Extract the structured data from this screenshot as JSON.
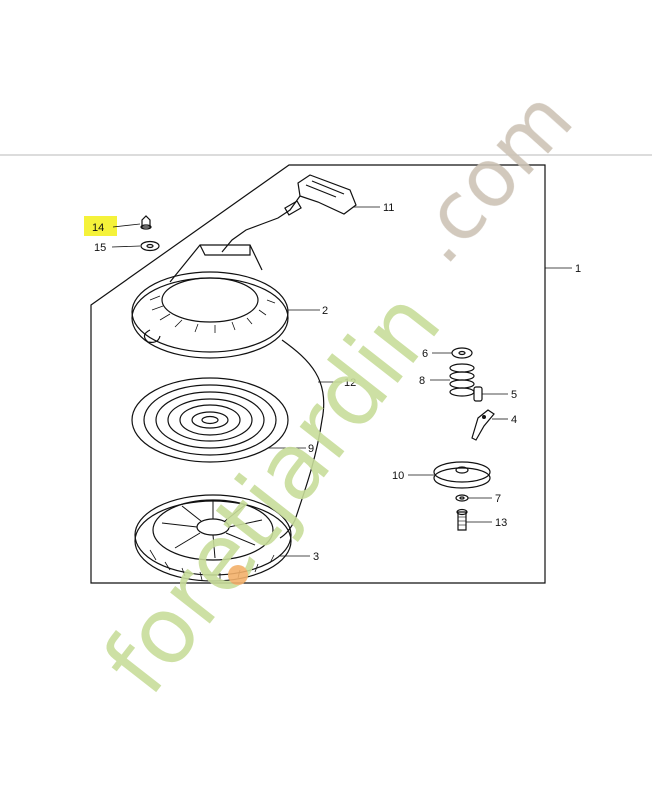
{
  "diagram": {
    "callouts": [
      {
        "id": "14",
        "label": "14",
        "highlighted": true
      },
      {
        "id": "15",
        "label": "15"
      },
      {
        "id": "11",
        "label": "11"
      },
      {
        "id": "1",
        "label": "1"
      },
      {
        "id": "2",
        "label": "2"
      },
      {
        "id": "12",
        "label": "12"
      },
      {
        "id": "6",
        "label": "6"
      },
      {
        "id": "8",
        "label": "8"
      },
      {
        "id": "5",
        "label": "5"
      },
      {
        "id": "4",
        "label": "4"
      },
      {
        "id": "9",
        "label": "9"
      },
      {
        "id": "10",
        "label": "10"
      },
      {
        "id": "7",
        "label": "7"
      },
      {
        "id": "13",
        "label": "13"
      },
      {
        "id": "3",
        "label": "3"
      }
    ]
  },
  "watermark": {
    "text_main": "foretjardin",
    "text_tld": ".com",
    "color_green": "#c8dd9a",
    "color_orange": "#f3b06a",
    "color_gray": "#cdc3b6"
  },
  "colors": {
    "highlight": "#f5f23a",
    "line": "#111111",
    "separator": "#b9b9b9"
  }
}
